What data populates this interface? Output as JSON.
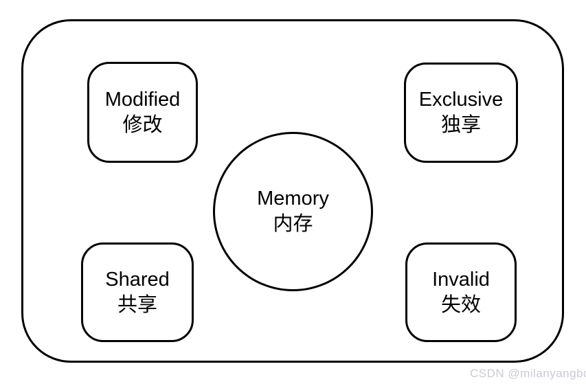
{
  "diagram": {
    "nodes": [
      {
        "id": "modified",
        "label_en": "Modified",
        "label_zh": "修改"
      },
      {
        "id": "exclusive",
        "label_en": "Exclusive",
        "label_zh": "独享"
      },
      {
        "id": "shared",
        "label_en": "Shared",
        "label_zh": "共享"
      },
      {
        "id": "invalid",
        "label_en": "Invalid",
        "label_zh": "失效"
      }
    ],
    "center": {
      "label_en": "Memory",
      "label_zh": "内存"
    }
  },
  "watermark": {
    "text": "CSDN @milanyangbo"
  },
  "colors": {
    "stroke": "#000000",
    "background": "#ffffff",
    "watermark_text": "#c9cad4"
  }
}
